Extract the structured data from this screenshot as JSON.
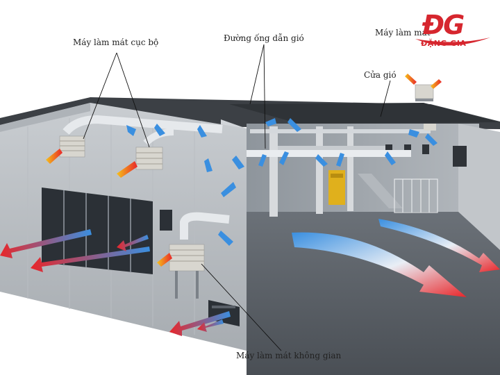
{
  "labels": {
    "local_cooler": "Máy làm mát cục bộ",
    "duct": "Đường ống dẫn gió",
    "roof_cooler": "Máy làm mát",
    "vent": "Cửa gió",
    "space_cooler": "Máy làm mát không gian"
  },
  "logo": {
    "monogram": "ĐG",
    "brand": "ĐẶNG GIA",
    "color": "#d6262e"
  },
  "colors": {
    "cool_air": "#3a8fe0",
    "hot_air": "#e8262a",
    "wall": "#9aa0a6",
    "floor": "#5b6168"
  }
}
